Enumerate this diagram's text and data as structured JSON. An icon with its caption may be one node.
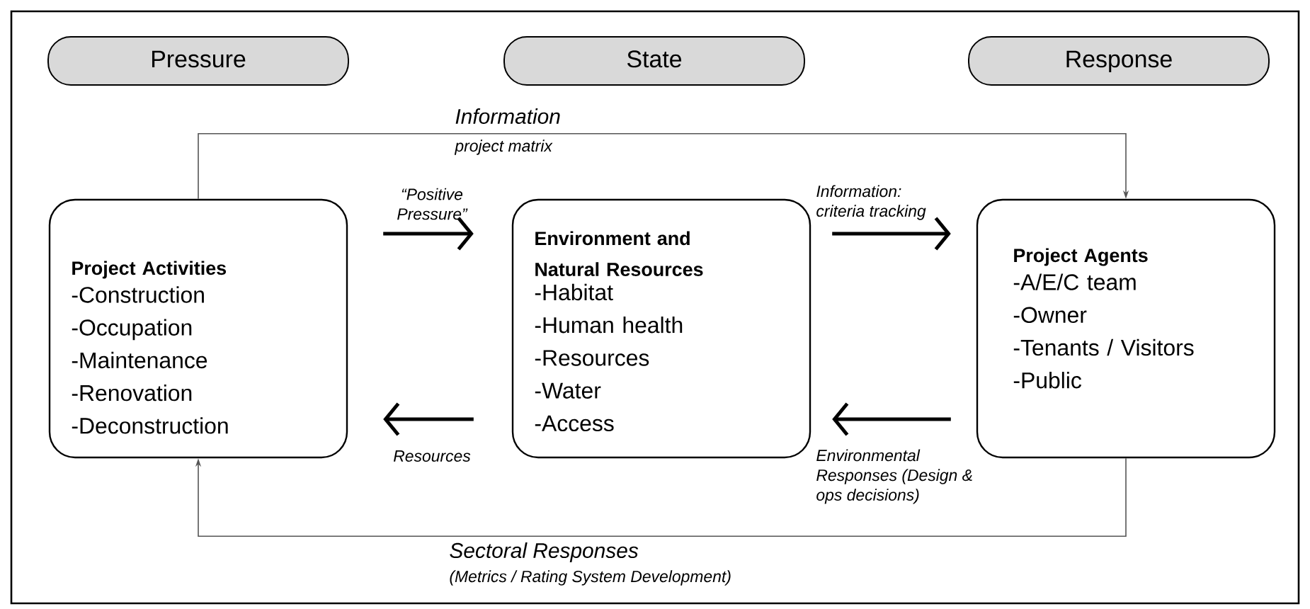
{
  "diagram": {
    "nodes": [
      {
        "text": [
          "Pressure"
        ]
      },
      {
        "text": [
          "State"
        ]
      },
      {
        "text": [
          "Response"
        ]
      },
      {
        "text": [
          "Project Activities",
          "-Construction",
          "-Occupation",
          "-Maintenance",
          "-Renovation",
          "-Deconstruction"
        ]
      },
      {
        "text": [
          "Environment and Natural Resources",
          "-Habitat",
          "-Human health",
          "-Resources",
          "-Water",
          "-Access"
        ]
      },
      {
        "text": [
          "Project Agents",
          "-A/E/C team",
          "-Owner",
          "-Tenants / Visitors",
          "-Public"
        ]
      }
    ],
    "edges": [
      {
        "from": 3,
        "to": 5,
        "arrow": "to",
        "label": "Information",
        "color": "#555555"
      },
      {
        "from": 5,
        "to": 3,
        "arrow": "to",
        "label": "Sectoral Responses",
        "color": "#555555"
      },
      {
        "from": 3,
        "to": 4,
        "arrow": "to",
        "label": "“Positive Pressure”"
      },
      {
        "from": 4,
        "to": 5,
        "arrow": "to",
        "label": "Information: criteria tracking"
      },
      {
        "from": 5,
        "to": 4,
        "arrow": "to",
        "label": "Environmental Responses (Design & ops decisions)"
      },
      {
        "from": 4,
        "to": 3,
        "arrow": "to",
        "label": "Resources"
      }
    ],
    "labels": [
      "project matrix",
      "(Metrics / Rating System Development)"
    ]
  }
}
